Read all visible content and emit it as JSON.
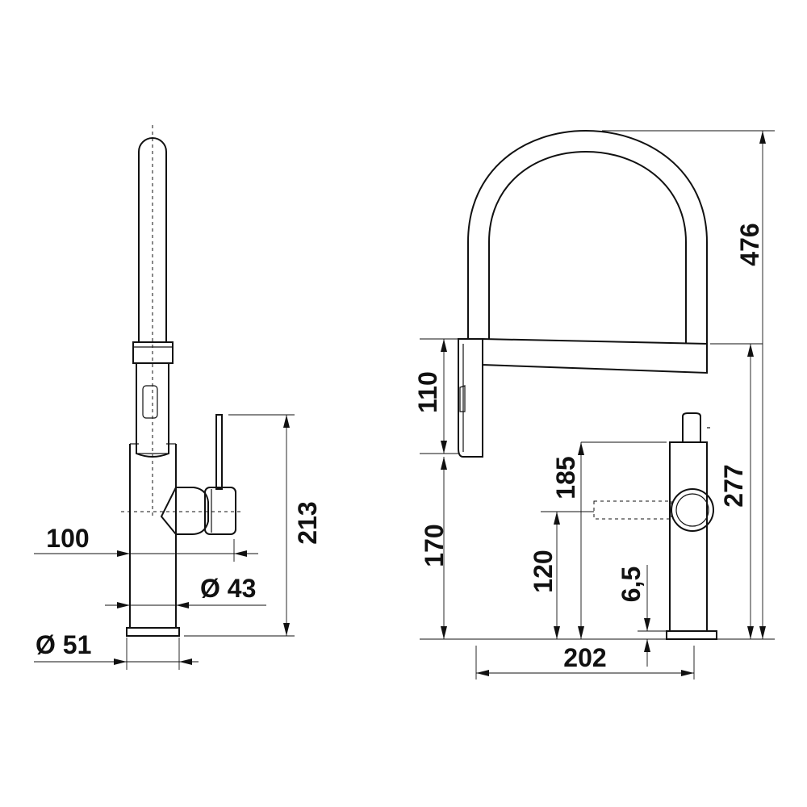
{
  "drawing": {
    "side_view": {
      "dim_spout_projection": "100",
      "dim_body_diameter": "Ø 43",
      "dim_base_diameter": "Ø 51",
      "dim_lever_height": "213"
    },
    "front_view": {
      "dim_total_height": "476",
      "dim_bracket_height": "277",
      "dim_spray_head_length": "110",
      "dim_spray_outlet_height": "170",
      "dim_lever_top_height": "185",
      "dim_lever_axis_height": "120",
      "dim_base_plate_thickness": "6,5",
      "dim_reach": "202"
    }
  }
}
